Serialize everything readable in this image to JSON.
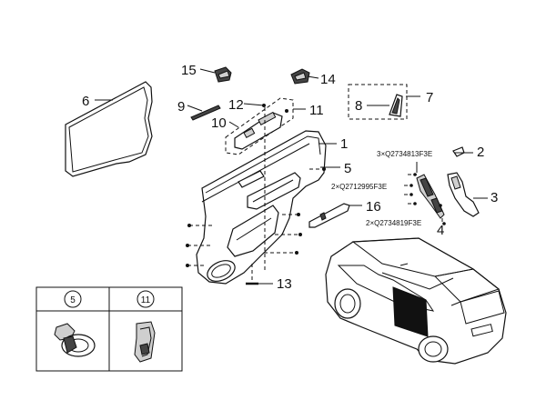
{
  "callouts": [
    {
      "id": "c1",
      "text": "1"
    },
    {
      "id": "c2",
      "text": "2"
    },
    {
      "id": "c3",
      "text": "3"
    },
    {
      "id": "c4",
      "text": "4"
    },
    {
      "id": "c5",
      "text": "5"
    },
    {
      "id": "c6",
      "text": "6"
    },
    {
      "id": "c7",
      "text": "7"
    },
    {
      "id": "c8",
      "text": "8"
    },
    {
      "id": "c9",
      "text": "9"
    },
    {
      "id": "c10",
      "text": "10"
    },
    {
      "id": "c11",
      "text": "11"
    },
    {
      "id": "c12",
      "text": "12"
    },
    {
      "id": "c13",
      "text": "13"
    },
    {
      "id": "c14",
      "text": "14"
    },
    {
      "id": "c15",
      "text": "15"
    },
    {
      "id": "c16",
      "text": "16"
    }
  ],
  "part_numbers": {
    "screw_a": "3×Q2734813F3E",
    "screw_b": "2×Q2712995F3E",
    "screw_c": "2×Q2734819F3E"
  },
  "legend": {
    "col1": "5",
    "col2": "11"
  }
}
